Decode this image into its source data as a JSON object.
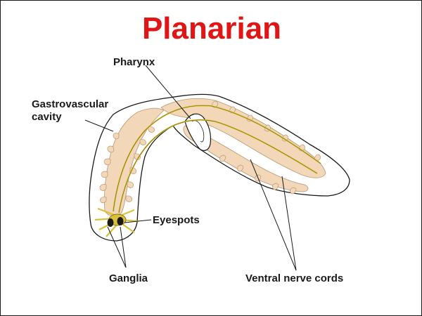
{
  "title": "Planarian",
  "labels": {
    "pharynx": "Pharynx",
    "gastrovascular_line1": "Gastrovascular",
    "gastrovascular_line2": "cavity",
    "eyespots": "Eyespots",
    "ganglia": "Ganglia",
    "ventral_nerve_cords": "Ventral nerve cords"
  },
  "colors": {
    "title": "#e01515",
    "gut": "#f2d7b8",
    "outline": "#1a1a1a",
    "nerve": "#d9c23a"
  }
}
